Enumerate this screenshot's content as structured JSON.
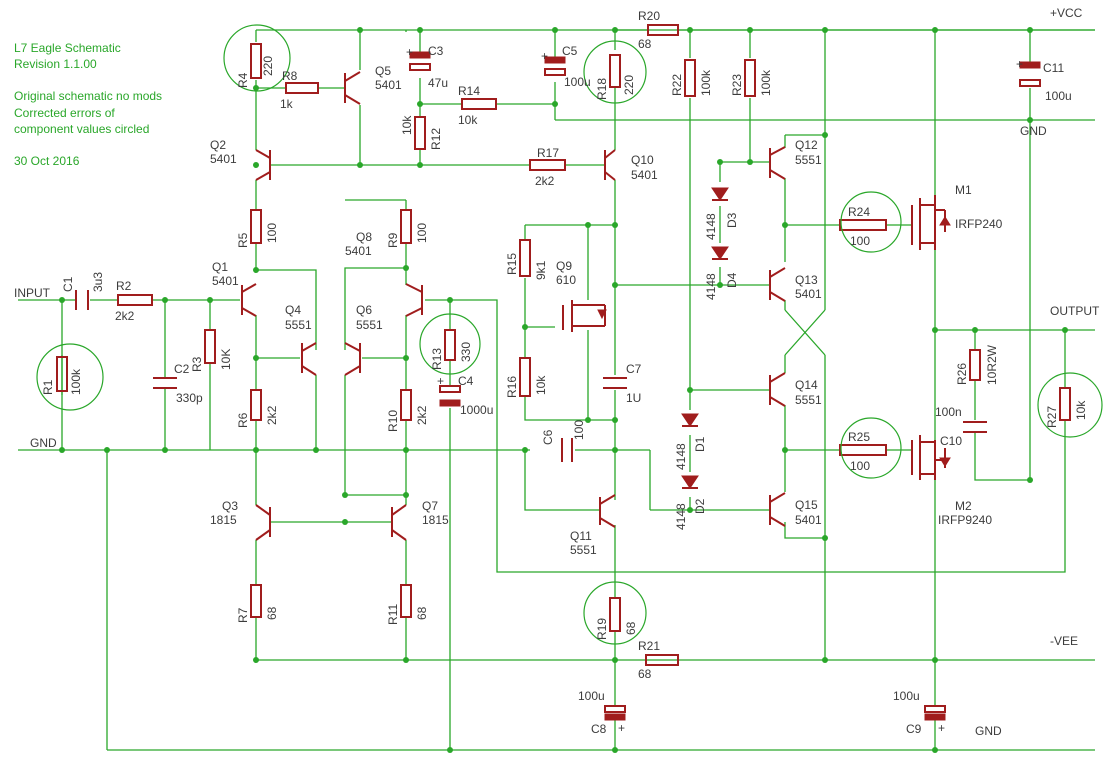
{
  "notes": [
    "L7 Eagle Schematic",
    "Revision 1.1.00",
    "Original schematic no mods",
    "Corrected errors of",
    "component values circled",
    "30 Oct 2016"
  ],
  "nets": {
    "vcc": "+VCC",
    "vee": "-VEE",
    "gnd_top": "GND",
    "gnd_bottom": "GND",
    "gnd_left": "GND",
    "input": "INPUT",
    "output": "OUTPUT"
  },
  "resistors": [
    {
      "ref": "R4",
      "value": "220",
      "circled": true
    },
    {
      "ref": "R8",
      "value": "1k"
    },
    {
      "ref": "R14",
      "value": "10k"
    },
    {
      "ref": "R12",
      "value": "10k"
    },
    {
      "ref": "R20",
      "value": "68"
    },
    {
      "ref": "R18",
      "value": "220",
      "circled": true
    },
    {
      "ref": "R22",
      "value": "100k"
    },
    {
      "ref": "R23",
      "value": "100k"
    },
    {
      "ref": "R17",
      "value": "2k2"
    },
    {
      "ref": "R5",
      "value": "100"
    },
    {
      "ref": "R9",
      "value": "100"
    },
    {
      "ref": "R15",
      "value": "9k1"
    },
    {
      "ref": "R2",
      "value": "2k2"
    },
    {
      "ref": "R3",
      "value": "10K"
    },
    {
      "ref": "R1",
      "value": "100k",
      "circled": true
    },
    {
      "ref": "R13",
      "value": "330",
      "circled": true
    },
    {
      "ref": "R16",
      "value": "10k"
    },
    {
      "ref": "R6",
      "value": "2k2"
    },
    {
      "ref": "R10",
      "value": "2k2"
    },
    {
      "ref": "R7",
      "value": "68"
    },
    {
      "ref": "R11",
      "value": "68"
    },
    {
      "ref": "R19",
      "value": "68",
      "circled": true
    },
    {
      "ref": "R21",
      "value": "68"
    },
    {
      "ref": "R24",
      "value": "100",
      "circled": true
    },
    {
      "ref": "R25",
      "value": "100",
      "circled": true
    },
    {
      "ref": "R26",
      "value": "10R2W"
    },
    {
      "ref": "R27",
      "value": "10k",
      "circled": true
    }
  ],
  "capacitors": [
    {
      "ref": "C1",
      "value": "3u3"
    },
    {
      "ref": "C2",
      "value": "330p"
    },
    {
      "ref": "C3",
      "value": "47u"
    },
    {
      "ref": "C4",
      "value": "1000u"
    },
    {
      "ref": "C5",
      "value": "100u"
    },
    {
      "ref": "C6",
      "value": "100"
    },
    {
      "ref": "C7",
      "value": "1U"
    },
    {
      "ref": "C8",
      "value": "100u"
    },
    {
      "ref": "C9",
      "value": "100u"
    },
    {
      "ref": "C10",
      "value": "100n"
    },
    {
      "ref": "C11",
      "value": "100u"
    }
  ],
  "transistors": [
    {
      "ref": "Q1",
      "value": "5401"
    },
    {
      "ref": "Q2",
      "value": "5401"
    },
    {
      "ref": "Q3",
      "value": "1815"
    },
    {
      "ref": "Q4",
      "value": "5551"
    },
    {
      "ref": "Q5",
      "value": "5401"
    },
    {
      "ref": "Q6",
      "value": "5551"
    },
    {
      "ref": "Q7",
      "value": "1815"
    },
    {
      "ref": "Q8",
      "value": "5401"
    },
    {
      "ref": "Q9",
      "value": "610"
    },
    {
      "ref": "Q10",
      "value": "5401"
    },
    {
      "ref": "Q11",
      "value": "5551"
    },
    {
      "ref": "Q12",
      "value": "5551"
    },
    {
      "ref": "Q13",
      "value": "5401"
    },
    {
      "ref": "Q14",
      "value": "5551"
    },
    {
      "ref": "Q15",
      "value": "5401"
    }
  ],
  "mosfets": [
    {
      "ref": "M1",
      "value": "IRFP240"
    },
    {
      "ref": "M2",
      "value": "IRFP9240"
    }
  ],
  "diodes": [
    {
      "ref": "D1",
      "value": "4148"
    },
    {
      "ref": "D2",
      "value": "4148"
    },
    {
      "ref": "D3",
      "value": "4148"
    },
    {
      "ref": "D4",
      "value": "4148"
    }
  ]
}
